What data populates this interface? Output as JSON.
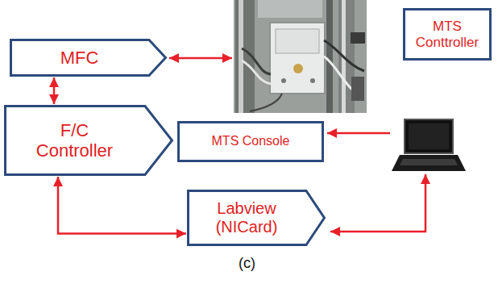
{
  "diagram": {
    "caption": "(c)",
    "nodes": [
      {
        "text": [
          "MFC"
        ]
      },
      {
        "text": [
          "MTS Conttroller"
        ]
      },
      {
        "text": [
          "MTS Console"
        ]
      },
      {
        "text": [
          "F/C Controller"
        ]
      },
      {
        "text": [
          "Labview (NICard)"
        ]
      }
    ],
    "edges": [
      {
        "from": 0,
        "to": 3,
        "arrow": "both"
      },
      {
        "from": 3,
        "to": 4,
        "arrow": "both"
      }
    ]
  }
}
